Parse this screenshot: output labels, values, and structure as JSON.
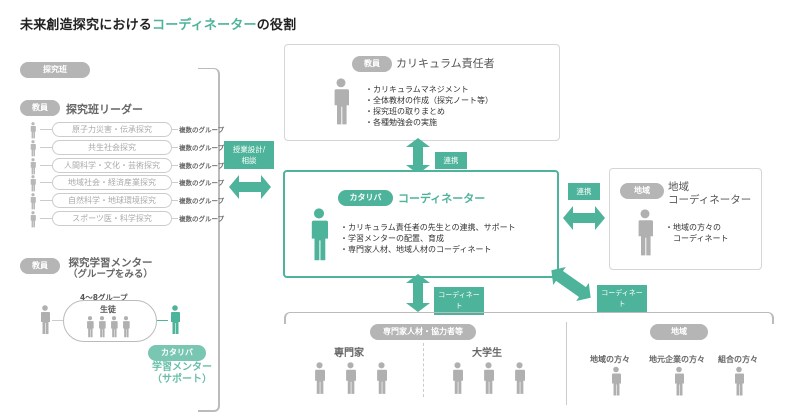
{
  "title": {
    "prefix": "未来創造探究における",
    "accent": "コーディネーター",
    "suffix": "の役割"
  },
  "colors": {
    "accent": "#4db39a",
    "gray": "#b5b5b5"
  },
  "left_panel": {
    "team_pill": "探究班",
    "leader": {
      "role_pill": "教員",
      "title": "探究班リーダー",
      "groups": [
        {
          "name": "原子力災害・伝承探究",
          "note": "複数のグループ"
        },
        {
          "name": "共生社会探究",
          "note": "複数のグループ"
        },
        {
          "name": "人間科学・文化・芸術探究",
          "note": "複数のグループ"
        },
        {
          "name": "地域社会・経済産業探究",
          "note": "複数のグループ"
        },
        {
          "name": "自然科学・地球環境探究",
          "note": "複数のグループ"
        },
        {
          "name": "スポーツ医・科学探究",
          "note": "複数のグループ"
        }
      ]
    },
    "mentor": {
      "role_pill": "教員",
      "title_line1": "探究学習メンター",
      "title_line2": "（グループをみる）",
      "group_count": "4〜8グループ",
      "students_label": "生徒",
      "katariba_pill": "カタリバ",
      "katariba_role_line1": "学習メンター",
      "katariba_role_line2": "（サポート）"
    }
  },
  "arrows": {
    "left_label_line1": "授業設計/",
    "left_label_line2": "相談",
    "top_label": "連携",
    "right_label": "連携",
    "bottom_label": "コーディネート",
    "diagonal_label": "コーディネート"
  },
  "curriculum": {
    "role_pill": "教員",
    "title": "カリキュラム責任者",
    "items": [
      "・カリキュラムマネジメント",
      "・全体教材の作成（探究ノート等）",
      "・探究班の取りまとめ",
      "・各種勉強会の実施"
    ]
  },
  "coordinator": {
    "role_pill": "カタリバ",
    "title": "コーディネーター",
    "items": [
      "・カリキュラム責任者の先生との連携、サポート",
      "・学習メンターの配置、育成",
      "・専門家人材、地域人材のコーディネート"
    ]
  },
  "regional": {
    "role_pill": "地域",
    "title_line1": "地域",
    "title_line2": "コーディネーター",
    "items": [
      "・地域の方々の",
      "　コーディネート"
    ]
  },
  "experts": {
    "pill": "専門家人材・協力者等",
    "col1": "専門家",
    "col2": "大学生"
  },
  "region_group": {
    "pill": "地域",
    "col1": "地域の方々",
    "col2": "地元企業の方々",
    "col3": "組合の方々"
  }
}
